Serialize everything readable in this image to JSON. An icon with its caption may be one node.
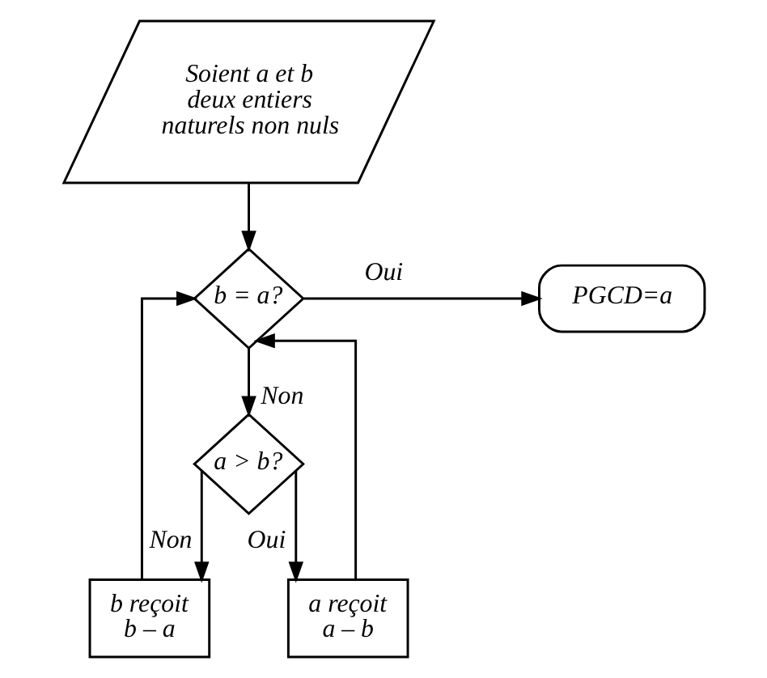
{
  "diagram": {
    "nodes": [
      {
        "text": [
          "Soient a et b deux entiers naturels non nuls"
        ]
      },
      {
        "text": [
          "b = a?"
        ]
      },
      {
        "text": [
          "PGCD=a"
        ]
      },
      {
        "text": [
          "a > b?"
        ]
      },
      {
        "text": [
          "b reçoit b – a"
        ]
      },
      {
        "text": [
          "a reçoit a – b"
        ]
      }
    ],
    "edges": [
      {
        "from": 0,
        "to": 1,
        "arrow": "to"
      },
      {
        "from": 1,
        "to": 2,
        "arrow": "to",
        "label": "Oui"
      },
      {
        "from": 1,
        "to": 3,
        "arrow": "to",
        "label": "Non"
      },
      {
        "from": 3,
        "to": 4,
        "arrow": "to",
        "label": "Non"
      },
      {
        "from": 3,
        "to": 5,
        "arrow": "to",
        "label": "Oui"
      },
      {
        "from": 4,
        "to": 1,
        "arrow": "to"
      },
      {
        "from": 5,
        "to": 1,
        "arrow": "to"
      }
    ]
  }
}
